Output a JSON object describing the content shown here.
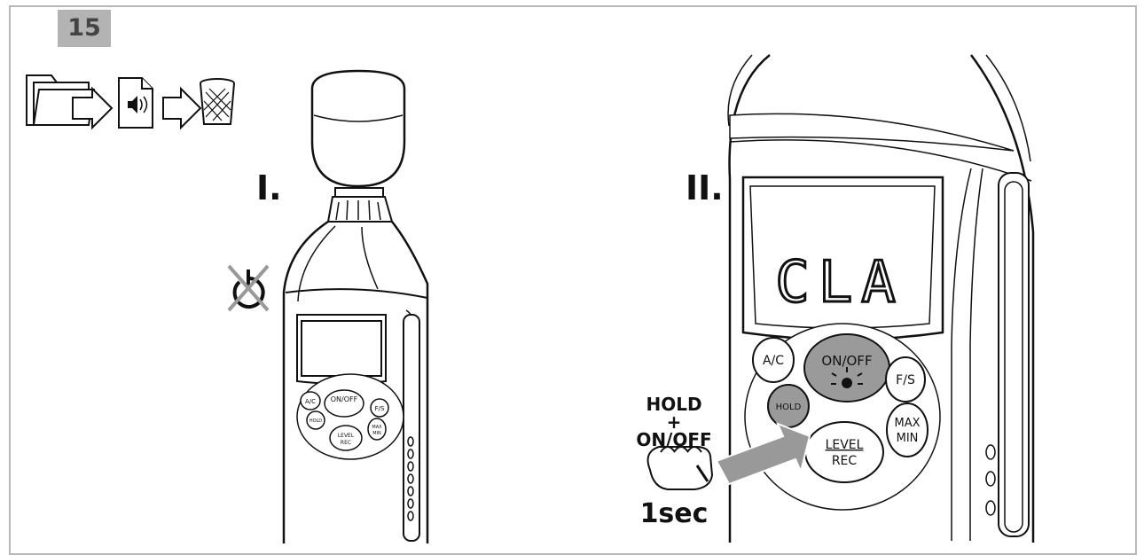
{
  "step": {
    "number": "15"
  },
  "panel1": {
    "label": "I.",
    "buttons": {
      "ac": "A/C",
      "onoff": "ON/OFF",
      "fs": "F/S",
      "hold": "HOLD",
      "maxmin_top": "MAX",
      "maxmin_bottom": "MIN",
      "level": "LEVEL",
      "rec": "REC"
    }
  },
  "panel2": {
    "label": "II.",
    "display": "CLA",
    "buttons": {
      "ac": "A/C",
      "onoff": "ON/OFF",
      "fs": "F/S",
      "hold": "HOLD",
      "maxmin_top": "MAX",
      "maxmin_bottom": "MIN",
      "level": "LEVEL",
      "rec": "REC"
    },
    "instruction": {
      "line1": "HOLD",
      "line2": "+",
      "line3": "ON/OFF",
      "duration": "1sec"
    }
  },
  "icons": [
    "folder-icon",
    "arrow-right-icon",
    "audio-file-icon",
    "arrow-right-icon",
    "trash-icon",
    "power-off-icon",
    "hand-press-icon"
  ],
  "colors": {
    "badge": "#b3b3b3",
    "button_shade": "#9a9a9a",
    "frame": "#b8b8b8"
  }
}
